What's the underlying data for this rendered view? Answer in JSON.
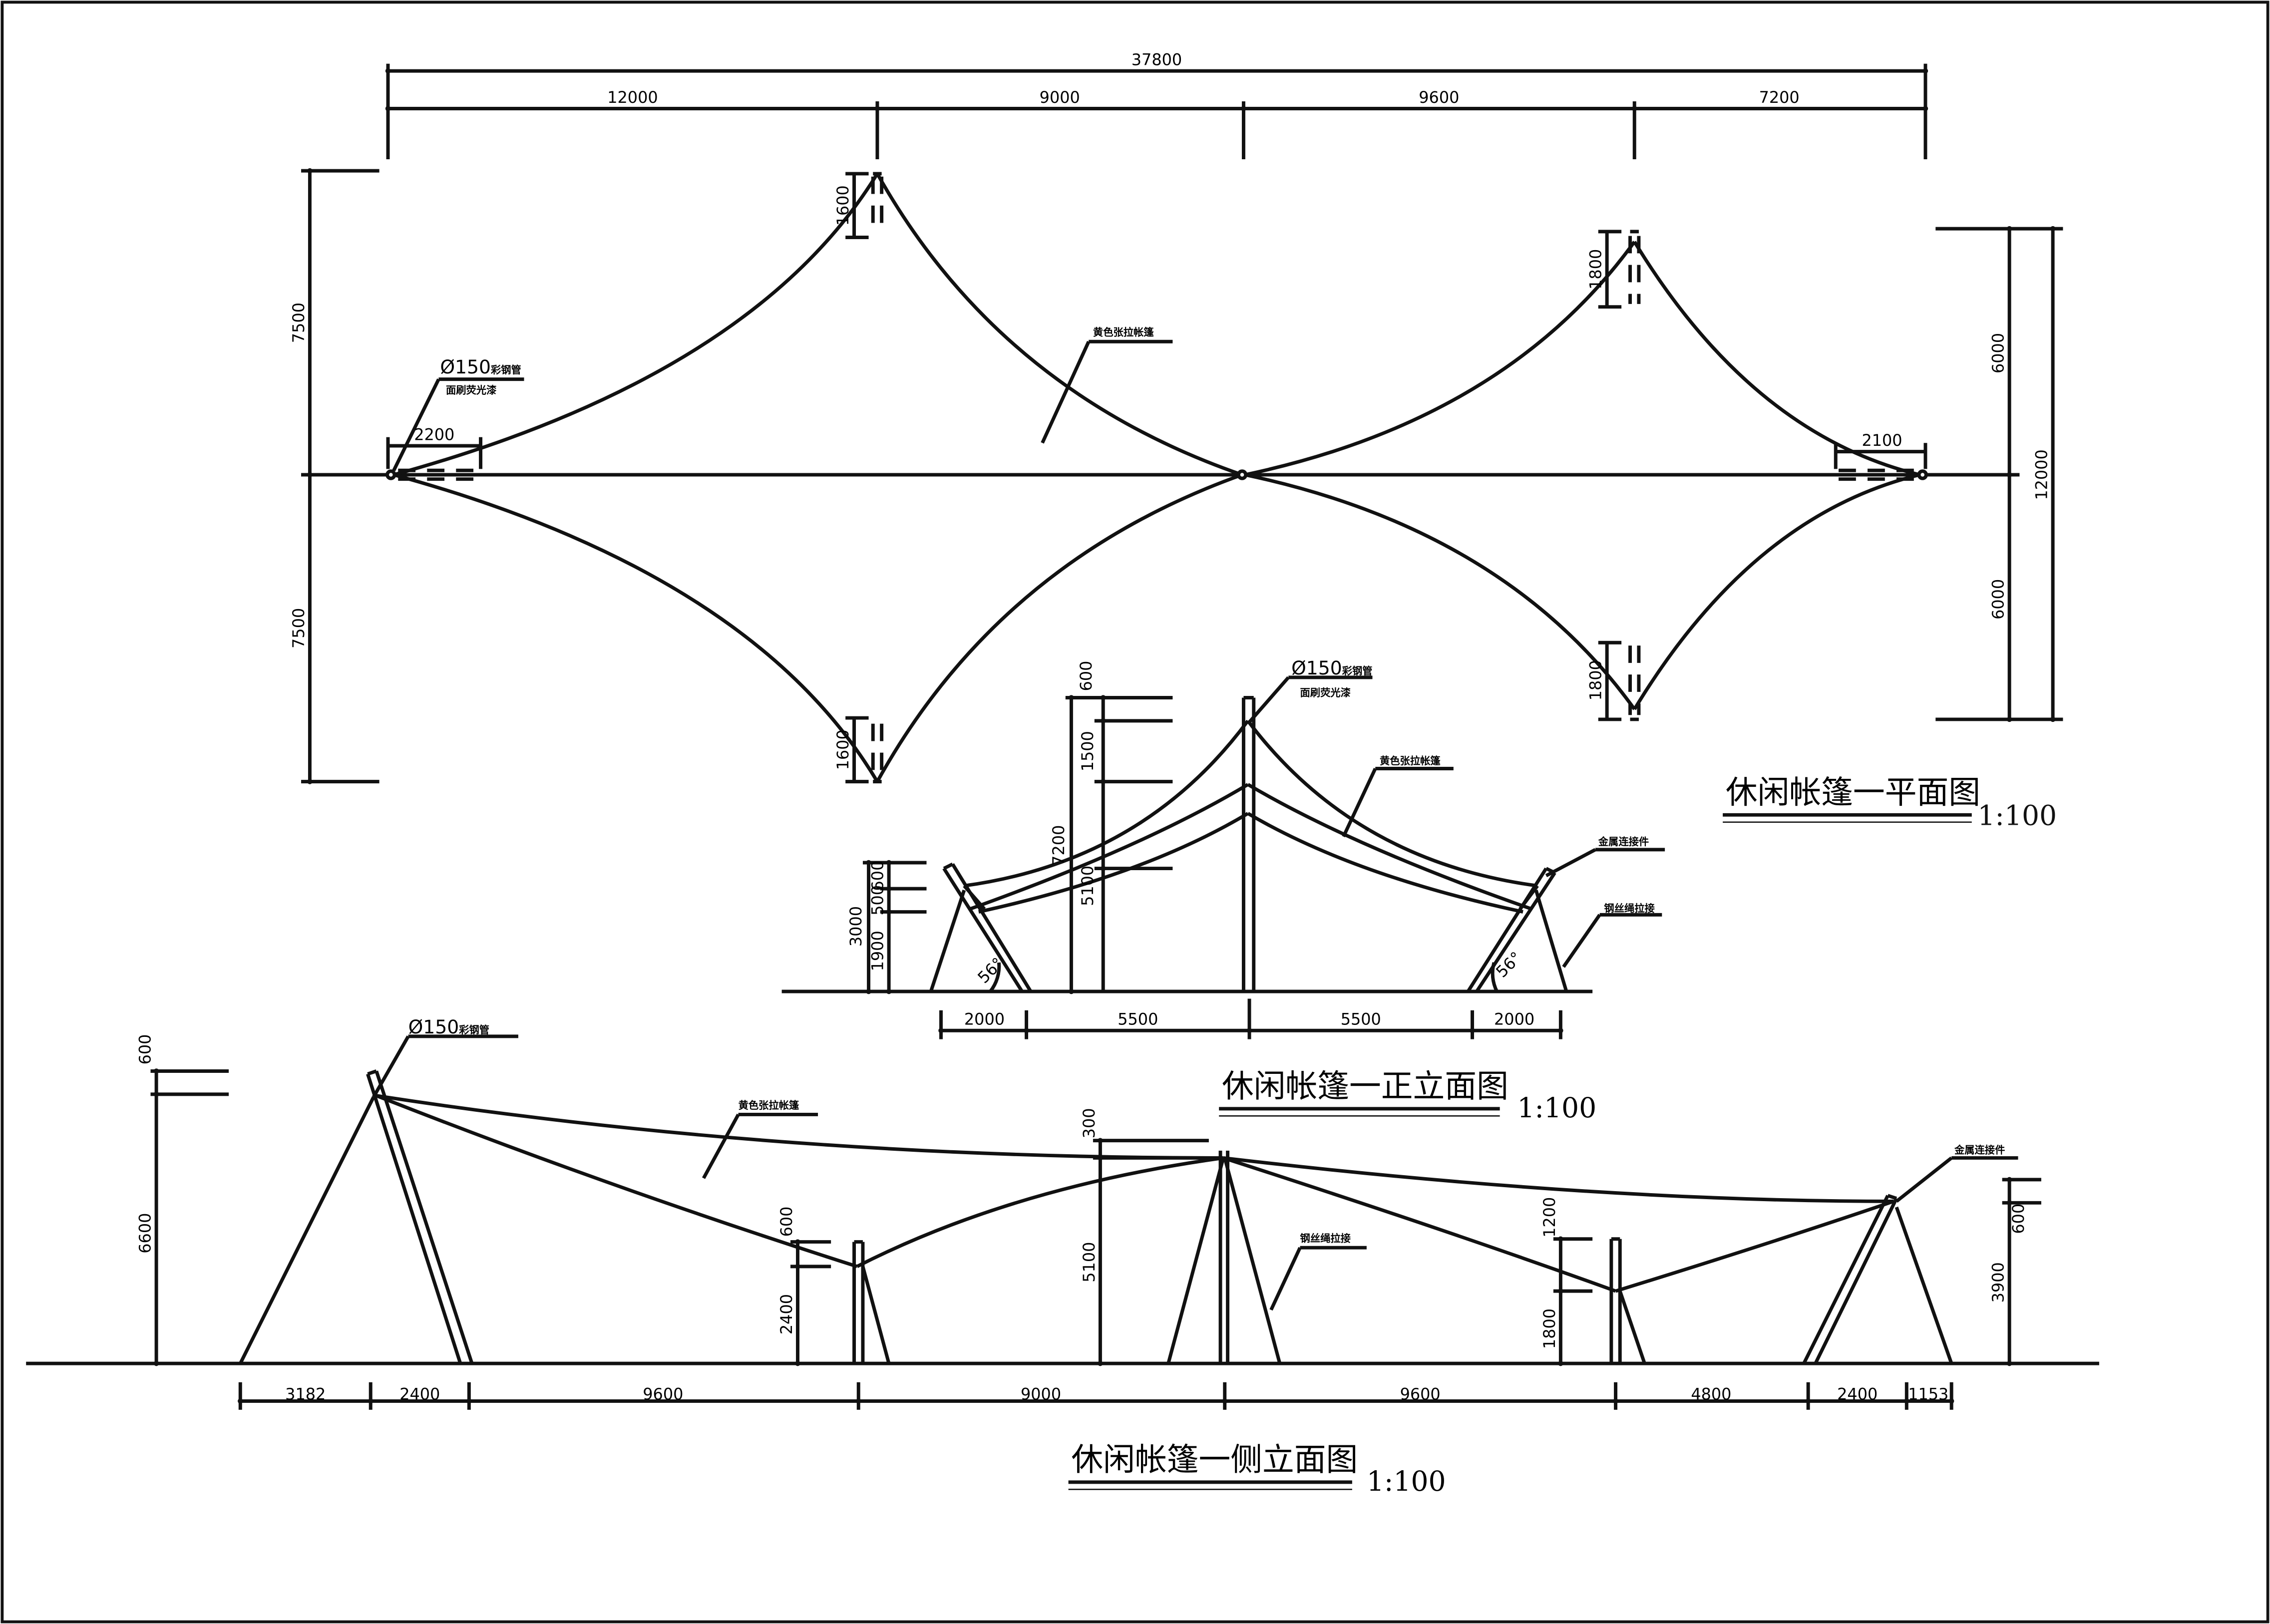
{
  "plan": {
    "title": "休闲帐篷一平面图",
    "scale": "1:100",
    "dims_top_total": "37800",
    "dims_top": [
      "12000",
      "9000",
      "9600",
      "7200"
    ],
    "dim_left_upper": "7500",
    "dim_left_lower": "7500",
    "dim_right_upper": "6000",
    "dim_right_lower": "6000",
    "dim_right_total": "12000",
    "dim_post_top_left": "1600",
    "dim_post_bottom_left": "1600",
    "dim_post_top_right": "1800",
    "dim_post_bottom_right": "1800",
    "dim_end_left": "2200",
    "dim_end_right": "2100",
    "pipe_label": "Ø150",
    "pipe_suffix": "彩钢管",
    "pipe_note": "面刷荧光漆",
    "membrane_label": "黄色张拉帐篷"
  },
  "front": {
    "title": "休闲帐篷一正立面图",
    "scale": "1:100",
    "pipe_label": "Ø150",
    "pipe_suffix": "彩钢管",
    "pipe_note": "面刷荧光漆",
    "membrane_label": "黄色张拉帐篷",
    "connector_label": "金属连接件",
    "cable_label": "钢丝绳拉接",
    "dims_bottom": [
      "2000",
      "5500",
      "5500",
      "2000"
    ],
    "dim_left_total": "3000",
    "dim_left_a": "600",
    "dim_left_b": "500",
    "dim_left_c": "1900",
    "dim_mid_600": "600",
    "dim_mid_1500": "1500",
    "dim_mid_7200": "7200",
    "dim_mid_5100": "5100",
    "angle_left": "56°",
    "angle_right": "56°"
  },
  "side": {
    "title": "休闲帐篷一侧立面图",
    "scale": "1:100",
    "pipe_label": "Ø150",
    "pipe_suffix": "彩钢管",
    "membrane_label": "黄色张拉帐篷",
    "connector_label": "金属连接件",
    "cable_label": "钢丝绳拉接",
    "dims_bottom": [
      "3182",
      "2400",
      "9600",
      "9000",
      "9600",
      "4800",
      "2400",
      "1153"
    ],
    "dim_left_600": "600",
    "dim_left_6600": "6600",
    "dim_post_600": "600",
    "dim_post_2400": "2400",
    "dim_mid_300": "300",
    "dim_mid_5100": "5100",
    "dim_r_1200": "1200",
    "dim_r_1800": "1800",
    "dim_far_600": "600",
    "dim_far_3900": "3900"
  }
}
